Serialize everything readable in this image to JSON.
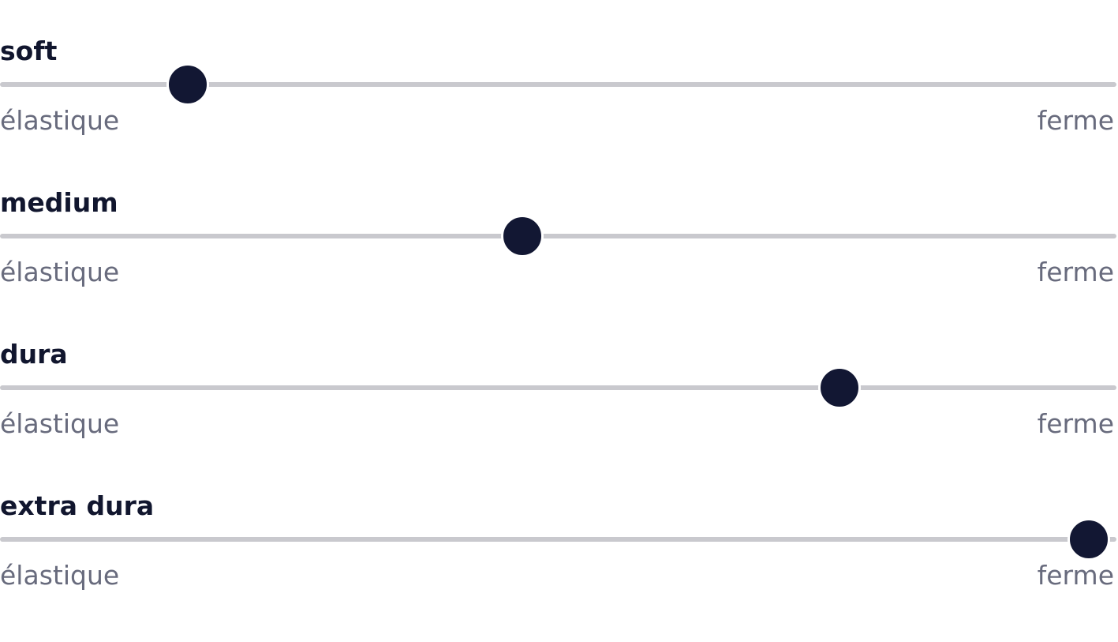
{
  "colors": {
    "title_text": "#11162e",
    "label_text": "#686b7d",
    "track": "#c9c9ce",
    "thumb": "#121733"
  },
  "sliders": [
    {
      "title": "soft",
      "min_label": "élastique",
      "max_label": "ferme",
      "value": 0.168
    },
    {
      "title": "medium",
      "min_label": "élastique",
      "max_label": "ferme",
      "value": 0.468
    },
    {
      "title": "dura",
      "min_label": "élastique",
      "max_label": "ferme",
      "value": 0.752
    },
    {
      "title": "extra dura",
      "min_label": "élastique",
      "max_label": "ferme",
      "value": 0.975
    }
  ]
}
